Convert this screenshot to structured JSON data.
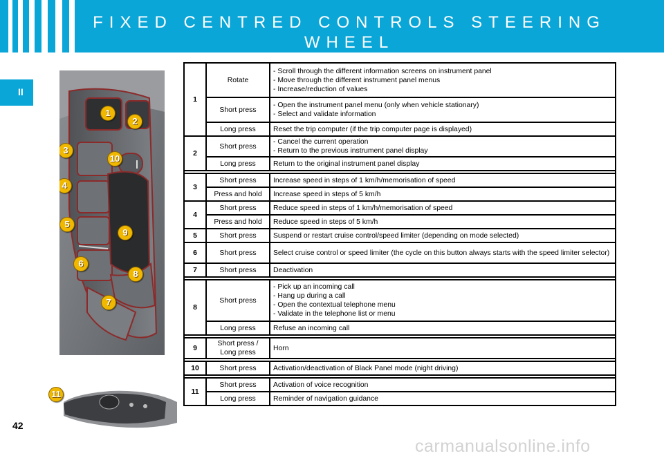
{
  "header": {
    "title": "FIXED CENTRED CONTROLS STEERING\nWHEEL"
  },
  "section_tab": "II",
  "page_number": "42",
  "watermark": "carmanualsonline.info",
  "photo_labels": [
    "1",
    "2",
    "3",
    "10",
    "4",
    "5",
    "9",
    "6",
    "8",
    "7"
  ],
  "stalk_label": "11",
  "rows": [
    {
      "num": "1",
      "action": "Rotate",
      "desc": [
        "- Scroll through the different information screens on instrument panel",
        "- Move through the different instrument panel menus",
        "- Increase/reduction of values"
      ]
    },
    {
      "action": "Short press",
      "desc": [
        "- Open the instrument panel menu (only when vehicle stationary)",
        "- Select and validate information"
      ]
    },
    {
      "action": "Long press",
      "desc": [
        "Reset the trip computer (if the trip computer page is displayed)"
      ]
    },
    {
      "num": "2",
      "action": "Short press",
      "desc": [
        "- Cancel the current operation",
        "- Return to the previous instrument panel display"
      ]
    },
    {
      "action": "Long press",
      "desc": [
        "Return to the original instrument panel display"
      ]
    },
    {
      "num": "3",
      "action": "Short press",
      "desc": [
        "Increase speed in steps of 1 km/h/memorisation of speed"
      ]
    },
    {
      "action": "Press and hold",
      "desc": [
        "Increase speed in steps of 5 km/h"
      ]
    },
    {
      "num": "4",
      "action": "Short press",
      "desc": [
        "Reduce speed in steps of 1 km/h/memorisation of speed"
      ]
    },
    {
      "action": "Press and hold",
      "desc": [
        "Reduce speed in steps of 5 km/h"
      ]
    },
    {
      "num": "5",
      "action": "Short press",
      "desc": [
        "Suspend or restart cruise control/speed limiter (depending on mode selected)"
      ]
    },
    {
      "num": "6",
      "action": "Short press",
      "desc": [
        "Select cruise control or speed limiter (the cycle on this button always starts with the speed limiter selector)"
      ]
    },
    {
      "num": "7",
      "action": "Short press",
      "desc": [
        "Deactivation"
      ]
    },
    {
      "num": "8",
      "action": "Short press",
      "desc": [
        "- Pick up an incoming call",
        "- Hang up during a call",
        "- Open the contextual telephone menu",
        "- Validate in the telephone list or menu"
      ]
    },
    {
      "action": "Long press",
      "desc": [
        "Refuse an incoming call"
      ]
    },
    {
      "num": "9",
      "action": "Short press / Long press",
      "desc": [
        "Horn"
      ]
    },
    {
      "num": "10",
      "action": "Short press",
      "desc": [
        "Activation/deactivation of Black Panel mode (night driving)"
      ]
    },
    {
      "num": "11",
      "action": "Short press",
      "desc": [
        "Activation of voice recognition"
      ]
    },
    {
      "action": "Long press",
      "desc": [
        "Reminder of navigation guidance"
      ]
    }
  ]
}
